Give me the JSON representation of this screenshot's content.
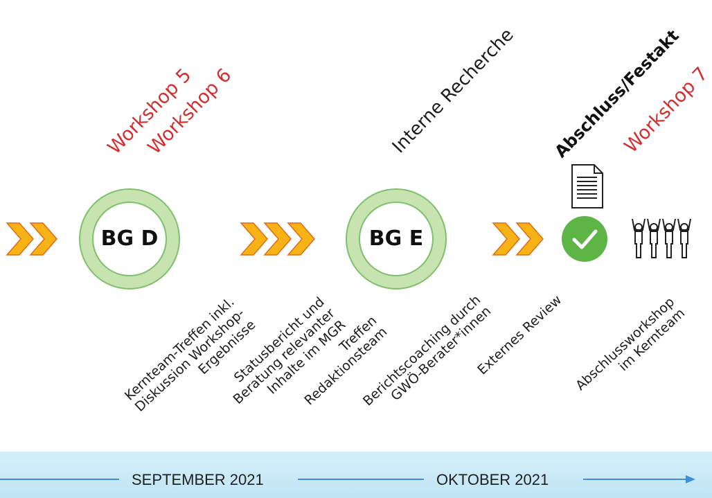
{
  "top_labels": {
    "workshop5": "Workshop 5",
    "workshop6": "Workshop 6",
    "interne_recherche": "Interne Recherche",
    "abschluss": "Abschluss/Festakt",
    "workshop7": "Workshop 7"
  },
  "circles": {
    "bgd": "BG D",
    "bge": "BG E"
  },
  "bottom_labels": {
    "kernteam": [
      "Kernteam-Treffen inkl.",
      "Diskussion Workshop-",
      "Ergebnisse"
    ],
    "status": [
      "Statusbericht und",
      "Beratung relevanter",
      "Inhalte im MGR"
    ],
    "treffen": [
      "Treffen",
      "Redaktionsteam"
    ],
    "bericht": [
      "Berichtscoaching durch",
      "GWÖ-Berater*innen"
    ],
    "review": [
      "Externes Review"
    ],
    "abschlussworkshop": [
      "Abschlussworkshop",
      "im Kernteam"
    ]
  },
  "timeline": {
    "month1": "SEPTEMBER 2021",
    "month2": "OKTOBER 2021"
  },
  "colors": {
    "ring": "#c6e3b0",
    "ring_border": "#7ec06b",
    "chevron": "#f7b316",
    "chevron_border": "#e06a1a",
    "check": "#5cb545",
    "band": "#c9e8f5",
    "accent_red": "#d42e2e"
  },
  "icons": [
    "chevron-arrow-icon",
    "document-icon",
    "checkmark-icon",
    "people-cheering-icon"
  ]
}
